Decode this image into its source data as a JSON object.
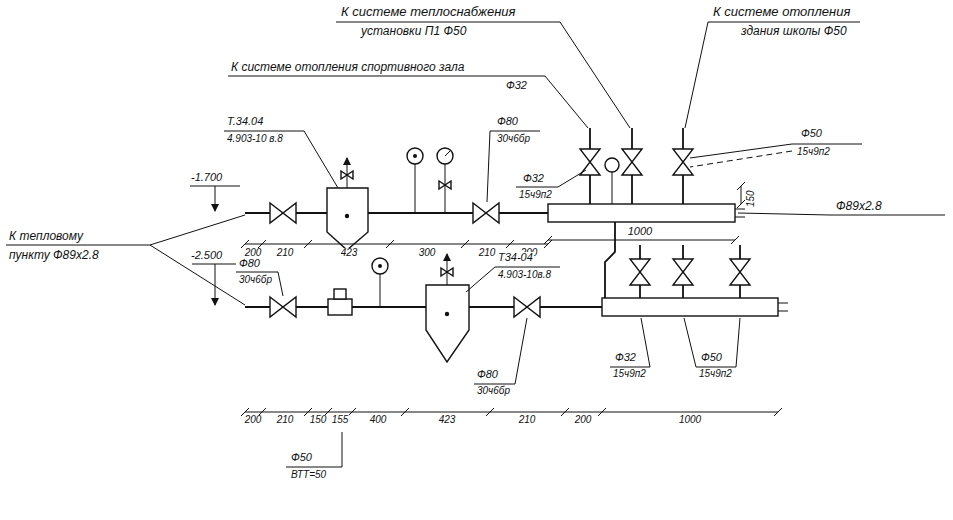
{
  "diagram": {
    "labels": [
      "К системе теплоснабжения",
      "установки П1 Ф50",
      "К системе отопления",
      "здания школы Ф50",
      "К системе отопления спортивного зала",
      "Ф32",
      "Т.34.04",
      "4.903-10 в.8",
      "Ф80",
      "30ч6бр",
      "Ф32",
      "15ч9п2",
      "Ф50",
      "15ч9п2",
      "Ф89х2.8",
      "150",
      "1000",
      "-1.700",
      "-2.500",
      "К тепловому",
      "пункту Ф89х2.8",
      "200",
      "210",
      "423",
      "300",
      "210",
      "200",
      "Ф80",
      "30ч6бр",
      "Т34-04",
      "4.903-10в.8",
      "Ф80",
      "30ч6бр",
      "Ф32",
      "15ч9п2",
      "Ф50",
      "15ч9п2",
      "200",
      "210",
      "150",
      "155",
      "400",
      "423",
      "210",
      "200",
      "1000",
      "Ф50",
      "ВТТ=50"
    ]
  }
}
